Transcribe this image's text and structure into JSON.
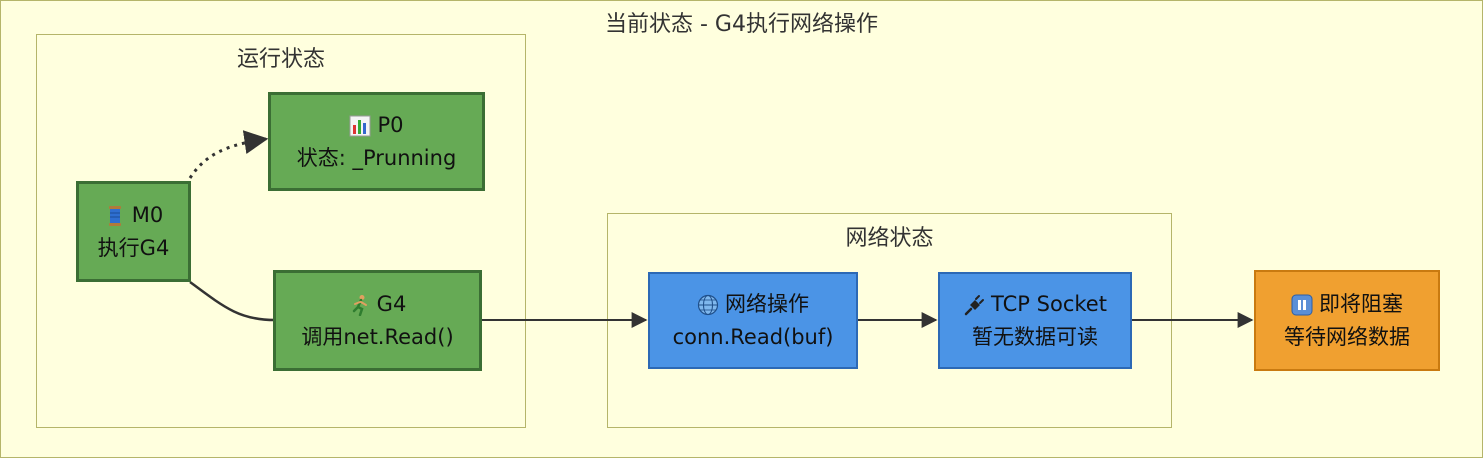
{
  "title": "当前状态 - G4执行网络操作",
  "clusters": {
    "runtime": "运行状态",
    "network": "网络状态"
  },
  "nodes": {
    "p0": {
      "line1": "P0",
      "line2": "状态: _Prunning",
      "icon": "bar-chart-icon"
    },
    "m0": {
      "line1": "M0",
      "line2": "执行G4",
      "icon": "thread-spool-icon"
    },
    "g4": {
      "line1": "G4",
      "line2": "调用net.Read()",
      "icon": "runner-icon"
    },
    "netop": {
      "line1": "网络操作",
      "line2": "conn.Read(buf)",
      "icon": "globe-icon"
    },
    "tcp": {
      "line1": "TCP Socket",
      "line2": "暂无数据可读",
      "icon": "plug-icon"
    },
    "block": {
      "line1": "即将阻塞",
      "line2": "等待网络数据",
      "icon": "pause-icon"
    }
  },
  "colors": {
    "background": "#ffffde",
    "running_node": "#66aa55",
    "network_node": "#4b94e6",
    "blocked_node": "#f0a030"
  }
}
